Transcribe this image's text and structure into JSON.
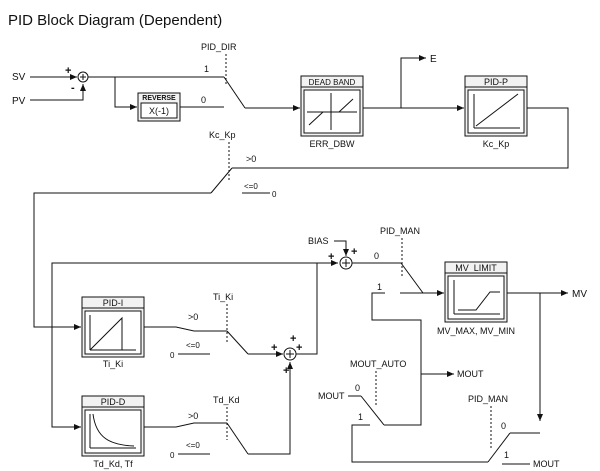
{
  "title": "PID Block Diagram (Dependent)",
  "inputs": {
    "sv": "SV",
    "pv": "PV"
  },
  "switch_labels": {
    "pid_dir": "PID_DIR",
    "kc_kp": "Kc_Kp",
    "ti_ki": "Ti_Ki",
    "td_kd": "Td_Kd",
    "pid_man_top": "PID_MAN",
    "mout_auto": "MOUT_AUTO",
    "pid_man_bottom": "PID_MAN"
  },
  "blocks": {
    "reverse": {
      "title": "REVERSE",
      "body": "X(-1)"
    },
    "dead_band": {
      "title": "DEAD BAND",
      "caption": "ERR_DBW"
    },
    "pid_p": {
      "title": "PID-P",
      "caption": "Kc_Kp"
    },
    "pid_i": {
      "title": "PID-I",
      "caption": "Ti_Ki"
    },
    "pid_d": {
      "title": "PID-D",
      "caption": "Td_Kd, Tf"
    },
    "mv_limit": {
      "title": "MV_LIMIT",
      "caption": "MV_MAX, MV_MIN"
    }
  },
  "values": {
    "one": "1",
    "zero": "0",
    "gt_zero": ">0",
    "le_zero": "<=0"
  },
  "signals": {
    "e": "E",
    "bias": "BIAS",
    "mv": "MV",
    "mout": "MOUT",
    "mout_out": "MOUT",
    "mout_bottom": "MOUT"
  },
  "signs": {
    "plus": "+",
    "minus": "-"
  }
}
